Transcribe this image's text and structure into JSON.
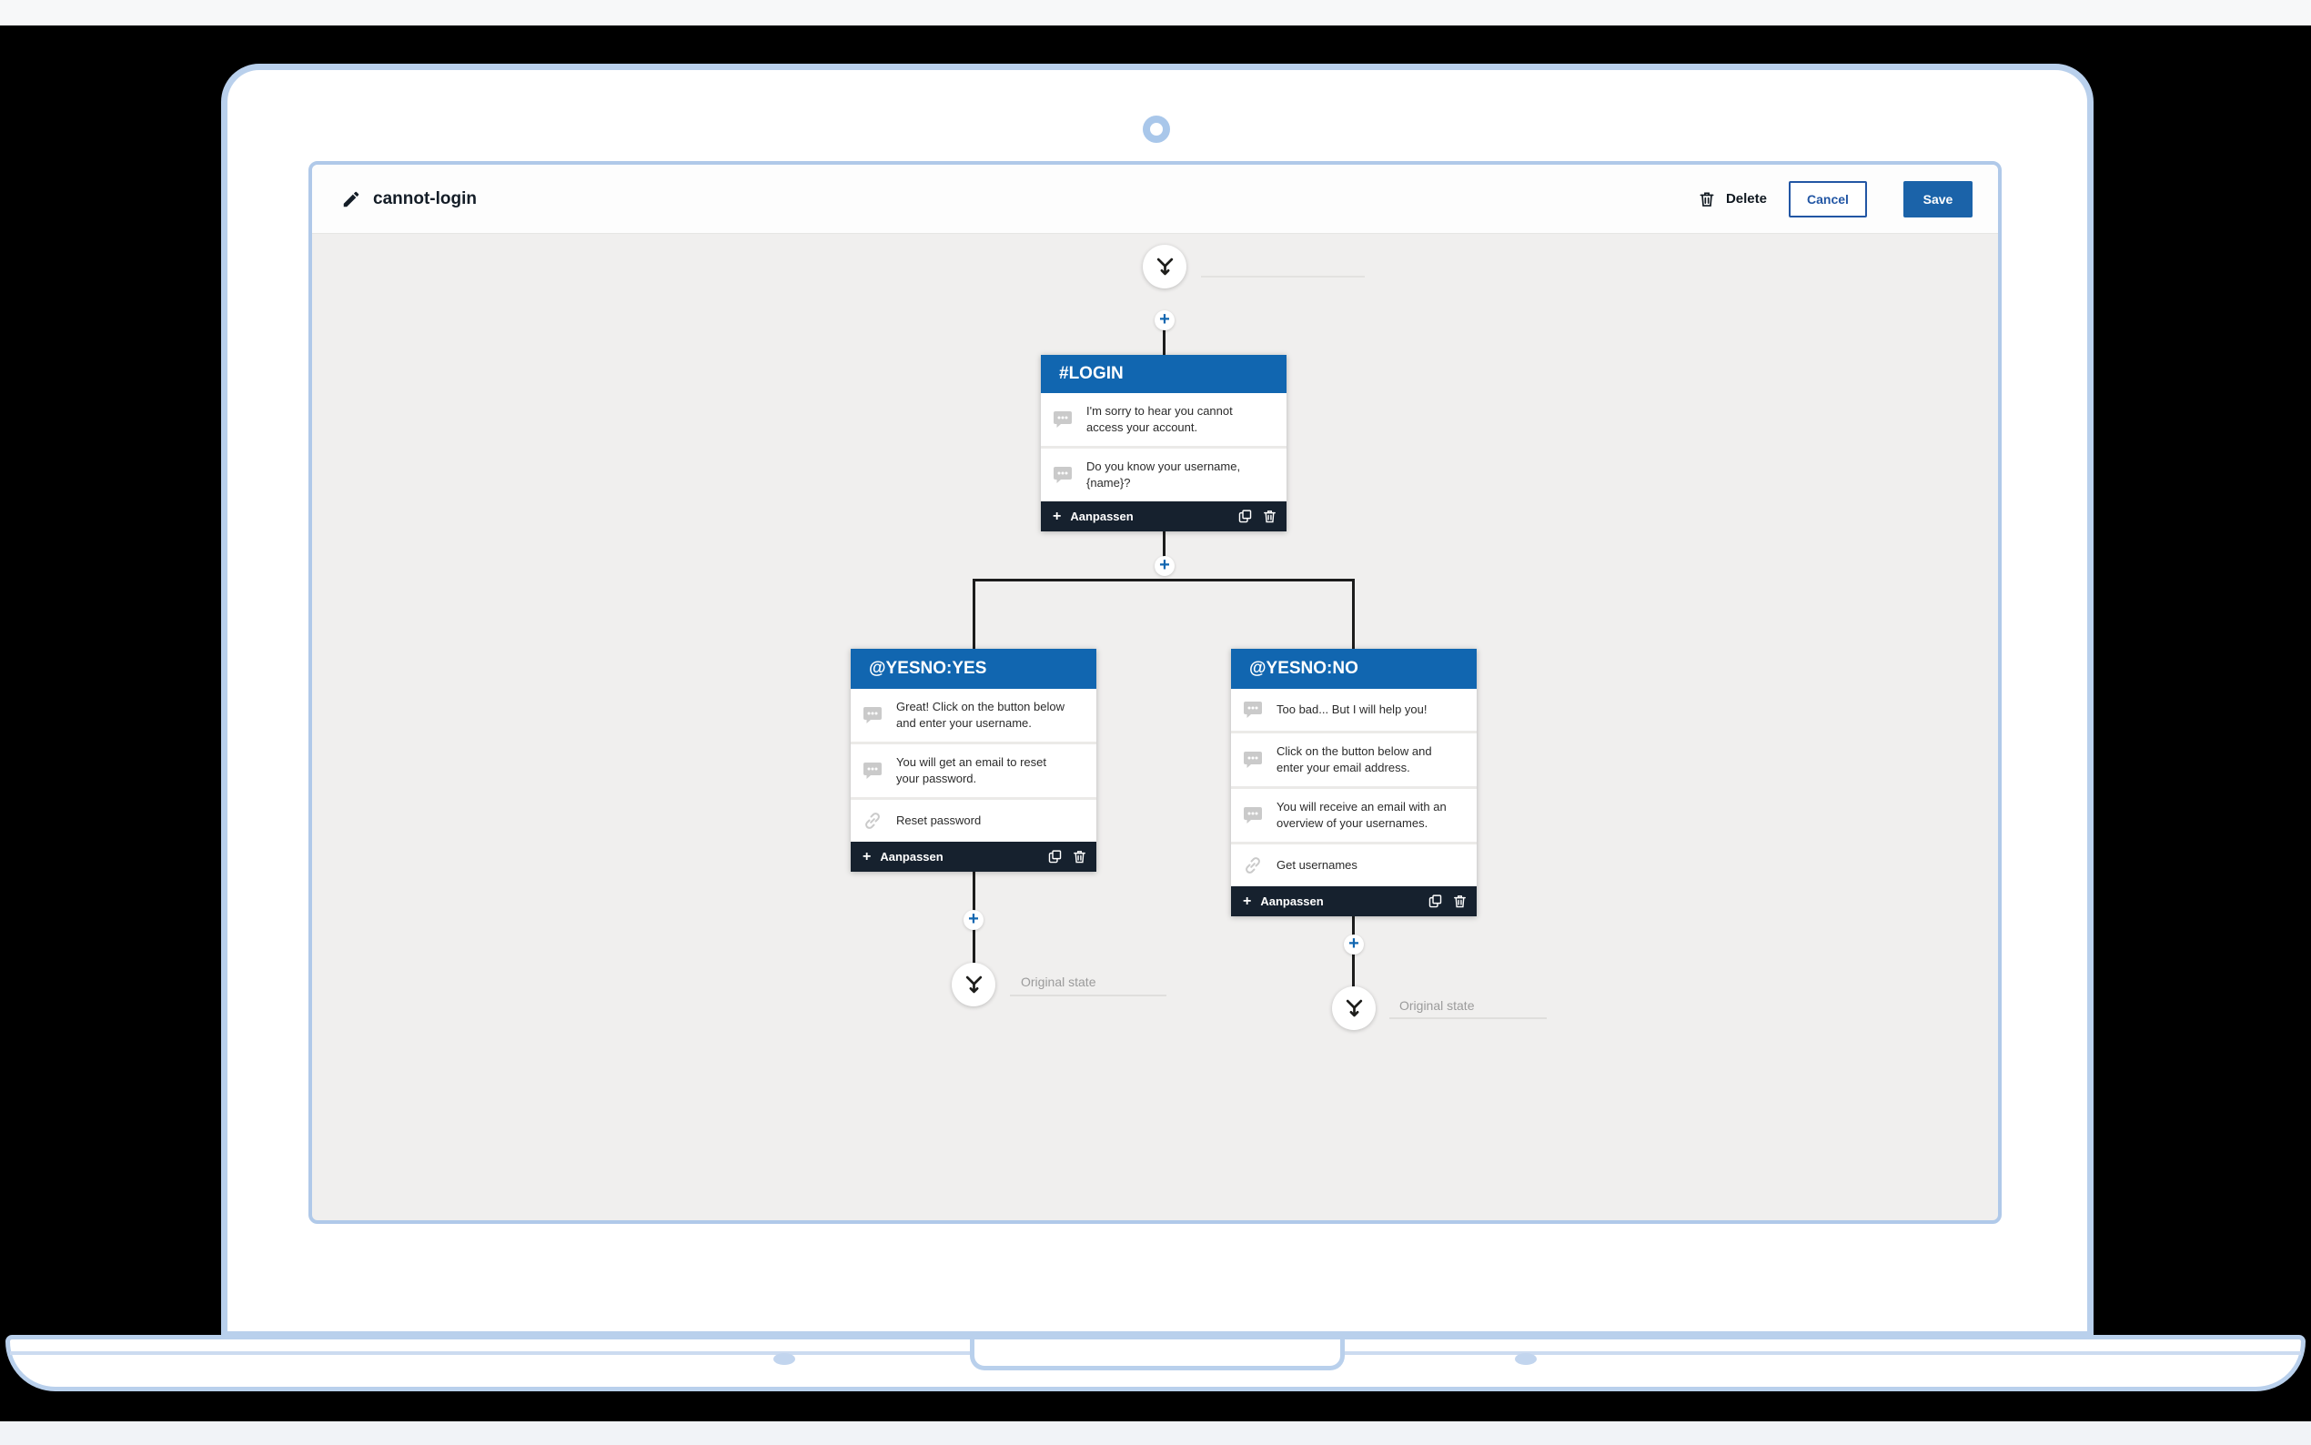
{
  "colors": {
    "accent_blue": "#1166b0",
    "save_button_blue": "#1b63a9",
    "cancel_blue": "#2256a4",
    "node_footer_dark": "#16212e",
    "canvas_grey": "#f0efee",
    "laptop_border_blue": "#b9d0ec",
    "connector_dark": "#1c1c1c",
    "muted_text_grey": "#9b9b9b",
    "icon_grey": "#cacaca"
  },
  "icons": {
    "title": "pencil-icon",
    "delete": "trash-icon",
    "copy": "copy-icon",
    "message": "speech-bubble-icon",
    "action": "link-icon",
    "state": "merge-arrow-icon",
    "add": "plus-icon"
  },
  "toolbar": {
    "title": "cannot-login",
    "delete_label": "Delete",
    "cancel_label": "Cancel",
    "save_label": "Save",
    "plus_glyph": "+"
  },
  "flow": {
    "nodes": {
      "login": {
        "title": "#LOGIN",
        "messages": [
          "I'm sorry to hear you cannot access your account.",
          "Do you know your username, {name}?"
        ],
        "footer_label": "Aanpassen"
      },
      "yes": {
        "title": "@YESNO:YES",
        "messages": [
          "Great! Click on the button below and enter your username.",
          "You will get an email to reset your password."
        ],
        "action": "Reset password",
        "footer_label": "Aanpassen"
      },
      "no": {
        "title": "@YESNO:NO",
        "messages": [
          "Too bad... But I will help you!",
          "Click on the button below and enter your email address.",
          "You will receive an email with an overview of your usernames."
        ],
        "action": "Get usernames",
        "footer_label": "Aanpassen"
      }
    },
    "terminals": {
      "yes": {
        "label": "Original state"
      },
      "no": {
        "label": "Original state"
      }
    }
  }
}
